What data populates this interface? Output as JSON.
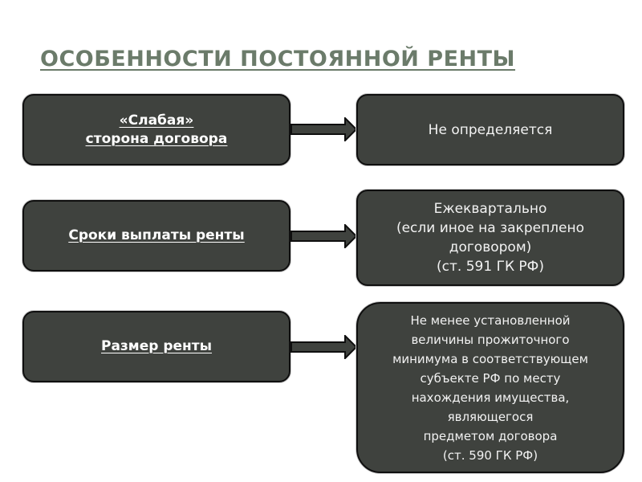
{
  "title": "ОСОБЕННОСТИ ПОСТОЯННОЙ РЕНТЫ",
  "rows": [
    {
      "left_lines": [
        "«Слабая»",
        "сторона договора"
      ],
      "right_lines": [
        "Не определяется"
      ]
    },
    {
      "left_lines": [
        "Сроки выплаты ренты"
      ],
      "right_lines": [
        "Ежеквартально",
        "(если иное на закреплено",
        "договором)",
        "(ст. 591 ГК РФ)"
      ]
    },
    {
      "left_lines": [
        "Размер ренты"
      ],
      "right_lines": [
        "Не менее установленной",
        "величины прожиточного",
        "минимума в соответствующем",
        "субъекте РФ по месту",
        "нахождения имущества,",
        "являющегося",
        "предметом договора",
        "(ст. 590 ГК РФ)"
      ]
    }
  ]
}
